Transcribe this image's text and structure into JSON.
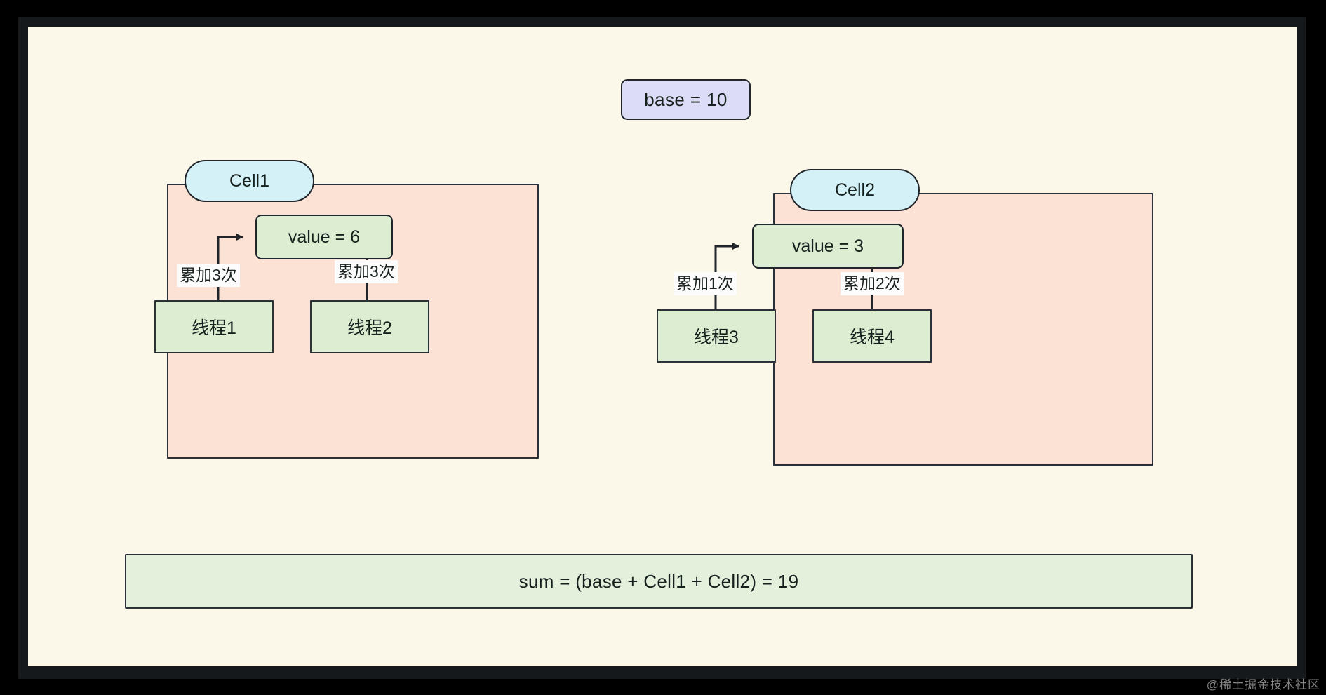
{
  "canvas": {
    "background_color": "#fbf7e9",
    "frame_color": "#15191b"
  },
  "base": {
    "label": "base = 10",
    "fill_color": "#dcdcf6",
    "border_color": "#20262b"
  },
  "cells": [
    {
      "name": "Cell1",
      "label": "Cell1",
      "value_label": "value = 6",
      "fill_color": "#fbe2d4",
      "label_fill_color": "#d3f1f6",
      "value_fill_color": "#dcedd2",
      "threads": [
        {
          "label": "线程1",
          "edge_label": "累加3次"
        },
        {
          "label": "线程2",
          "edge_label": "累加3次"
        }
      ]
    },
    {
      "name": "Cell2",
      "label": "Cell2",
      "value_label": "value = 3",
      "fill_color": "#fbe2d4",
      "label_fill_color": "#d3f1f6",
      "value_fill_color": "#dcedd2",
      "threads": [
        {
          "label": "线程3",
          "edge_label": "累加1次"
        },
        {
          "label": "线程4",
          "edge_label": "累加2次"
        }
      ]
    }
  ],
  "summary": {
    "label": "sum = (base + Cell1 + Cell2) = 19",
    "fill_color": "#e3f0dc",
    "border_color": "#2b3138"
  },
  "watermark": {
    "text": "@稀土掘金技术社区"
  }
}
